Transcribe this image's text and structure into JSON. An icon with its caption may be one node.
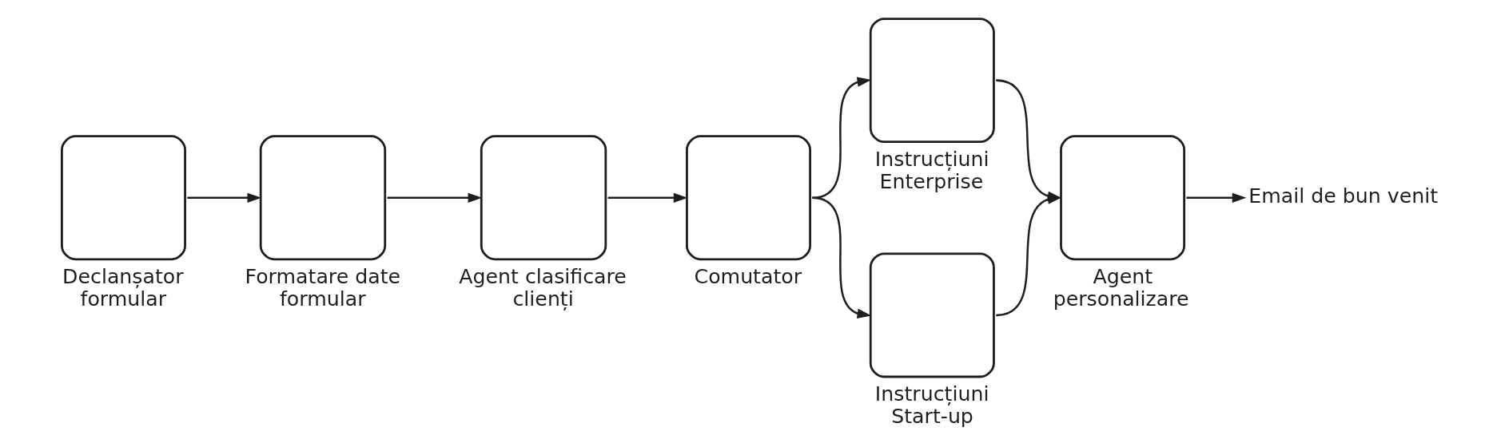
{
  "diagram": {
    "nodes": [
      {
        "text": [
          "Declanșator formular"
        ]
      },
      {
        "text": [
          "Formatare date formular"
        ]
      },
      {
        "text": [
          "Agent clasificare clienți"
        ]
      },
      {
        "text": [
          "Comutator"
        ]
      },
      {
        "text": [
          "Instrucțiuni Enterprise"
        ]
      },
      {
        "text": [
          "Instrucțiuni Start-up"
        ]
      },
      {
        "text": [
          "Agent personalizare"
        ]
      },
      {
        "text": [
          "Email de bun venit"
        ]
      }
    ],
    "edges": [
      {
        "from": 0,
        "to": 1,
        "arrow": "to"
      },
      {
        "from": 1,
        "to": 2,
        "arrow": "to"
      },
      {
        "from": 2,
        "to": 3,
        "arrow": "to"
      },
      {
        "from": 3,
        "to": 4,
        "arrow": "to"
      },
      {
        "from": 3,
        "to": 5,
        "arrow": "to"
      },
      {
        "from": 4,
        "to": 6,
        "arrow": "to"
      },
      {
        "from": 5,
        "to": 6,
        "arrow": "to"
      },
      {
        "from": 6,
        "to": 7,
        "arrow": "to"
      }
    ]
  }
}
